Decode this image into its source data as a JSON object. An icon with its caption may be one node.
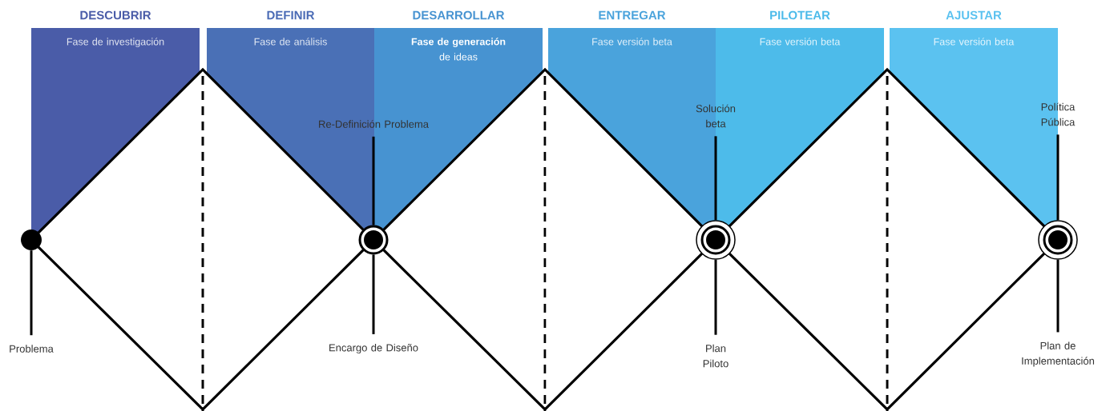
{
  "diagram": {
    "nodes": [
      {
        "text": [
          "DESCUBRIR",
          "Fase de investigación"
        ]
      },
      {
        "text": [
          "DEFINIR",
          "Fase de análisis"
        ]
      },
      {
        "text": [
          "DESARROLLAR",
          "**Fase de generación** de ideas"
        ]
      },
      {
        "text": [
          "ENTREGAR",
          "Fase versión beta"
        ]
      },
      {
        "text": [
          "PILOTEAR",
          "Fase versión beta"
        ]
      },
      {
        "text": [
          "AJUSTAR",
          "Fase versión beta"
        ]
      },
      {
        "text": [
          "Re-Definición Problema"
        ]
      },
      {
        "text": [
          "Solución beta"
        ]
      },
      {
        "text": [
          "Política Pública"
        ]
      },
      {
        "text": [],
        "shape": "circle"
      },
      {
        "text": [],
        "shape": "circle"
      },
      {
        "text": [],
        "shape": "circle"
      },
      {
        "text": [],
        "shape": "circle"
      },
      {
        "text": [
          "Problema"
        ]
      },
      {
        "text": [
          "Encargo de Diseño"
        ]
      },
      {
        "text": [
          "Plan Piloto"
        ]
      },
      {
        "text": [
          "Plan de Implementación"
        ]
      },
      {
        "text": [],
        "shape": "diamond"
      },
      {
        "text": [],
        "shape": "diamond"
      },
      {
        "text": [],
        "shape": "diamond"
      }
    ],
    "edges": [
      {
        "from": 13,
        "to": 9,
        "arrow": "none"
      },
      {
        "from": 6,
        "to": 10,
        "arrow": "none"
      },
      {
        "from": 14,
        "to": 10,
        "arrow": "none"
      },
      {
        "from": 7,
        "to": 11,
        "arrow": "none"
      },
      {
        "from": 15,
        "to": 11,
        "arrow": "none"
      },
      {
        "from": 8,
        "to": 12,
        "arrow": "none"
      },
      {
        "from": 16,
        "to": 12,
        "arrow": "none"
      }
    ]
  }
}
